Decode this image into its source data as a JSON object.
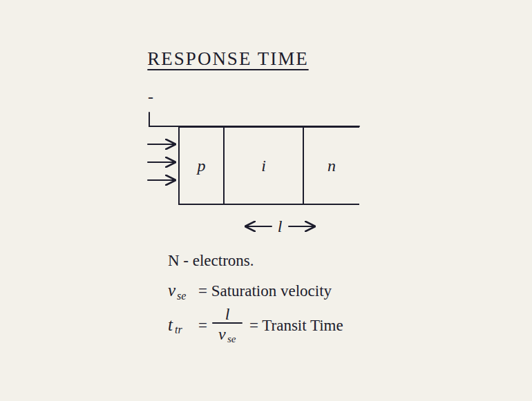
{
  "diagram": {
    "title": "RESPONSE TIME",
    "nodes": [
      {
        "text": [
          "p"
        ]
      },
      {
        "text": [
          "i"
        ]
      },
      {
        "text": [
          "n"
        ]
      }
    ],
    "labels": [
      "-",
      "l",
      "N - electrons.",
      "v",
      "se",
      "= Saturation velocity",
      "t",
      "tr",
      "=",
      "l",
      "v",
      "se",
      "= Transit Time"
    ]
  }
}
